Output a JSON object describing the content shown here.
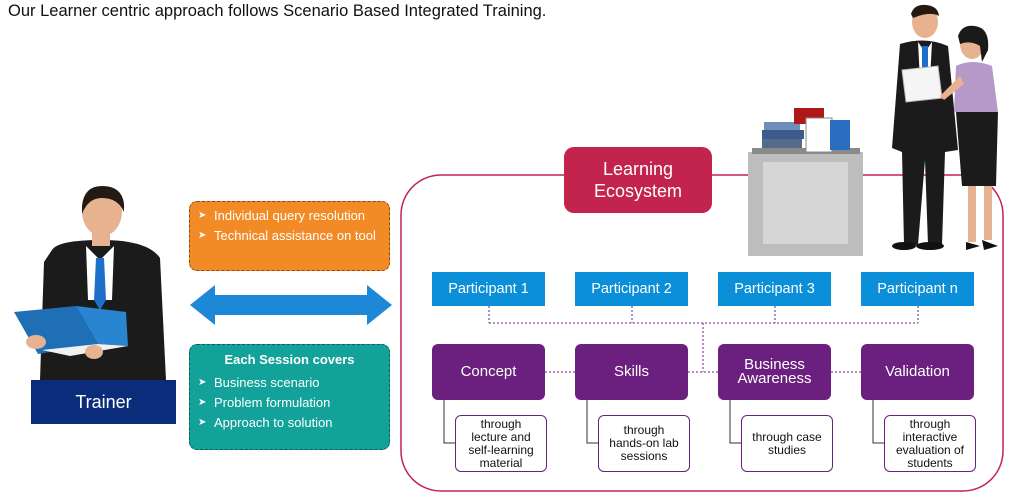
{
  "headline": "Our Learner centric approach follows Scenario Based Integrated Training.",
  "trainer": {
    "label": "Trainer"
  },
  "query_box": {
    "items": [
      "Individual query resolution",
      "Technical assistance  on tool"
    ]
  },
  "session_box": {
    "title": "Each Session covers",
    "items": [
      "Business scenario",
      "Problem formulation",
      "Approach to solution"
    ]
  },
  "ecosystem": {
    "title_line1": "Learning",
    "title_line2": "Ecosystem"
  },
  "participants": [
    "Participant 1",
    "Participant 2",
    "Participant 3",
    "Participant n"
  ],
  "modules": [
    {
      "title_line1": "Concept",
      "title_line2": "",
      "desc": [
        "through",
        "lecture and",
        "self-learning",
        "material"
      ]
    },
    {
      "title_line1": "Skills",
      "title_line2": "",
      "desc": [
        "through",
        "hands-on lab",
        "sessions"
      ]
    },
    {
      "title_line1": "Business",
      "title_line2": "Awareness",
      "desc": [
        "through case",
        "studies"
      ]
    },
    {
      "title_line1": "Validation",
      "title_line2": "",
      "desc": [
        "through",
        "interactive",
        "evaluation of",
        "students"
      ]
    }
  ],
  "colors": {
    "trainer_box": "#0a2c7a",
    "orange": "#f28a26",
    "teal": "#12a29a",
    "ecosystem": "#c3244d",
    "participant": "#0c8fd9",
    "module": "#6b1f7e",
    "arrow": "#1e88d8"
  }
}
